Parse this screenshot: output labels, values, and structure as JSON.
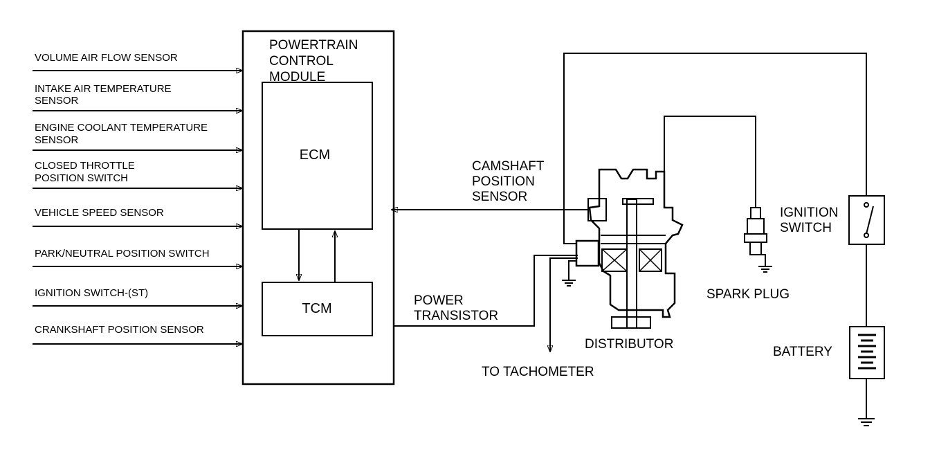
{
  "inputs": [
    {
      "id": "maf",
      "lines": [
        "VOLUME AIR FLOW SENSOR"
      ]
    },
    {
      "id": "iat",
      "lines": [
        "INTAKE  AIR  TEMPERATURE",
        "SENSOR"
      ]
    },
    {
      "id": "ect",
      "lines": [
        "ENGINE COOLANT TEMPERATURE",
        "SENSOR"
      ]
    },
    {
      "id": "ctp",
      "lines": [
        "CLOSED  THROTTLE",
        "POSITION SWITCH"
      ]
    },
    {
      "id": "vss",
      "lines": [
        "VEHICLE SPEED SENSOR"
      ]
    },
    {
      "id": "pnp",
      "lines": [
        "PARK/NEUTRAL POSITION SWITCH"
      ]
    },
    {
      "id": "ign",
      "lines": [
        "IGNITION SWITCH-(ST)"
      ]
    },
    {
      "id": "ckp",
      "lines": [
        "CRANKSHAFT POSITION SENSOR"
      ]
    }
  ],
  "pcm": {
    "title_lines": [
      "POWERTRAIN",
      "CONTROL",
      "MODULE"
    ],
    "ecm": "ECM",
    "tcm": "TCM"
  },
  "components": {
    "camshaft_lines": [
      "CAMSHAFT",
      "POSITION",
      "SENSOR"
    ],
    "power_transistor_lines": [
      "POWER",
      "TRANSISTOR"
    ],
    "to_tachometer": "TO TACHOMETER",
    "distributor": "DISTRIBUTOR",
    "spark_plug": "SPARK PLUG",
    "ignition_switch_lines": [
      "IGNITION",
      "SWITCH"
    ],
    "battery": "BATTERY"
  }
}
